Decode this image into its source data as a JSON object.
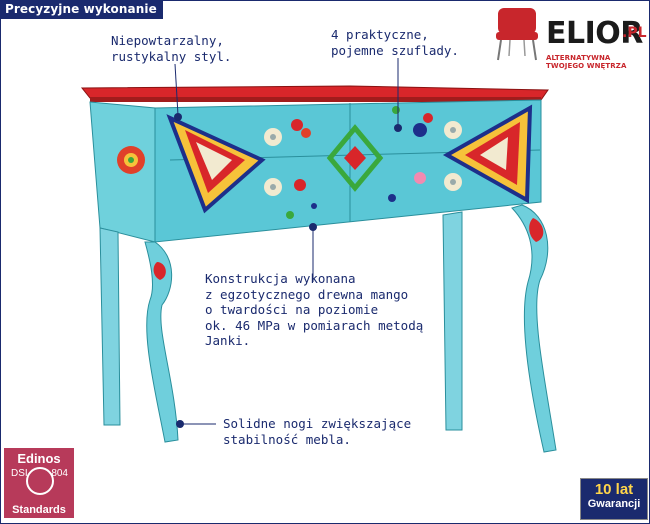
{
  "header": {
    "label": "Precyzyjne wykonanie"
  },
  "brand": {
    "name": "ELIOR",
    "suffix": ".PL",
    "tagline": "ALTERNATYWNA TWOJEGO WNĘTRZA",
    "accent": "#c8262c"
  },
  "callouts": [
    {
      "id": "style",
      "text": "Niepowtarzalny,\nrustykalny styl."
    },
    {
      "id": "drawers",
      "text": "4 praktyczne,\npojemne szuflady."
    },
    {
      "id": "wood",
      "text": "Konstrukcja wykonana\nz egzotycznego drewna mango\no twardości na poziomie\nok. 46 MPa w pomiarach metodą\nJanki."
    },
    {
      "id": "legs",
      "text": "Solidne nogi zwiększające\nstabilność mebla."
    }
  ],
  "badges": {
    "edinos": {
      "brand": "Edinos",
      "dsi": "DSI",
      "code": "804",
      "standards": "Standards"
    },
    "warranty": {
      "years": "10 lat",
      "label": "Gwarancji"
    }
  },
  "colors": {
    "navy": "#1a2a6e",
    "turquoise": "#5ac7d6",
    "red": "#d8262a"
  }
}
